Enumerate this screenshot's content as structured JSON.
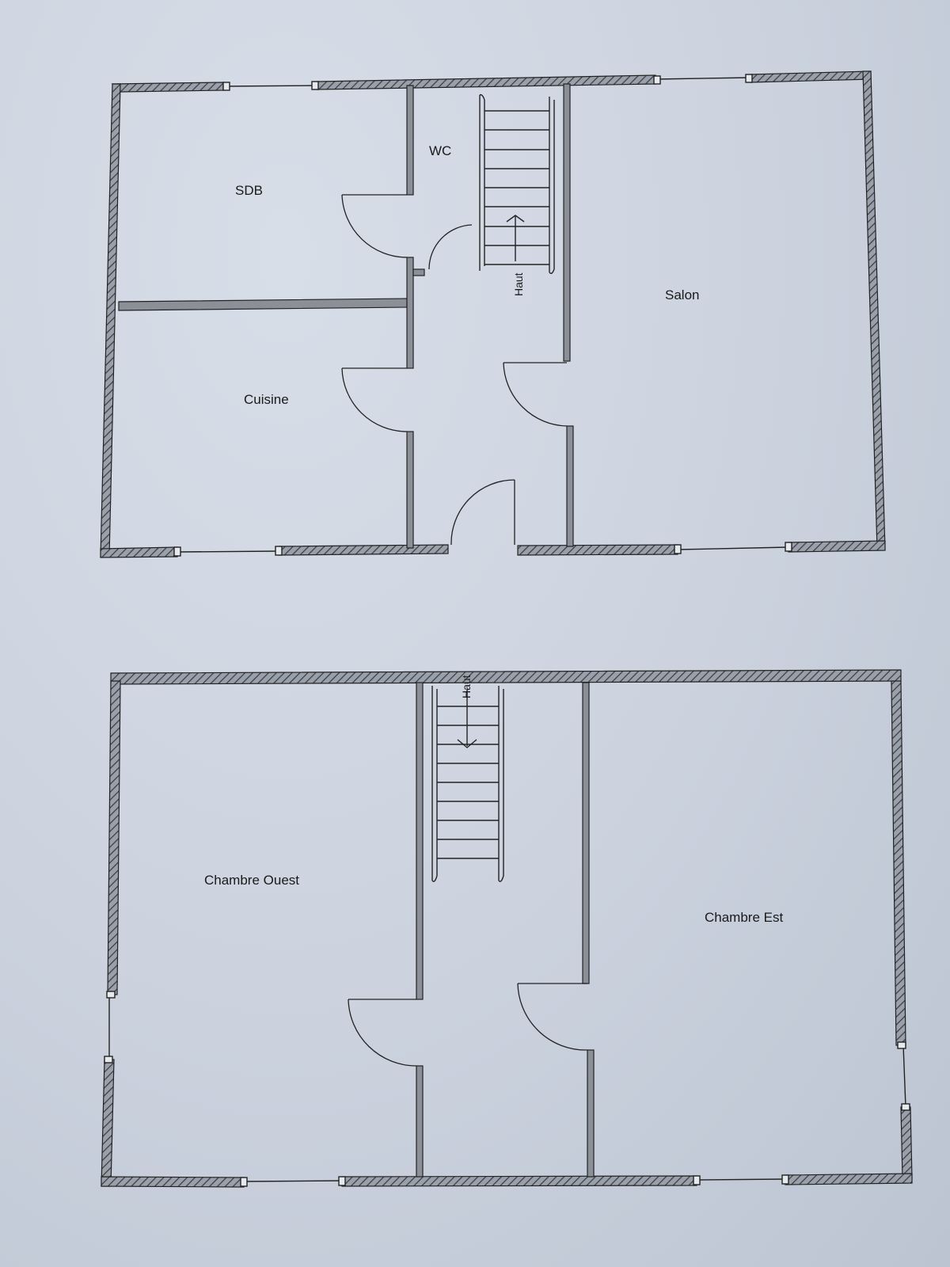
{
  "document": {
    "background_color": "#cbd2de",
    "wall_fill_color": "#8a8f98",
    "line_color": "#222222"
  },
  "ground_floor": {
    "rooms": {
      "bathroom": "SDB",
      "toilet": "WC",
      "living_room": "Salon",
      "kitchen": "Cuisine"
    },
    "stair_label": "Haut"
  },
  "upper_floor": {
    "rooms": {
      "west_bedroom": "Chambre Ouest",
      "east_bedroom": "Chambre Est"
    },
    "stair_label": "Haut"
  }
}
